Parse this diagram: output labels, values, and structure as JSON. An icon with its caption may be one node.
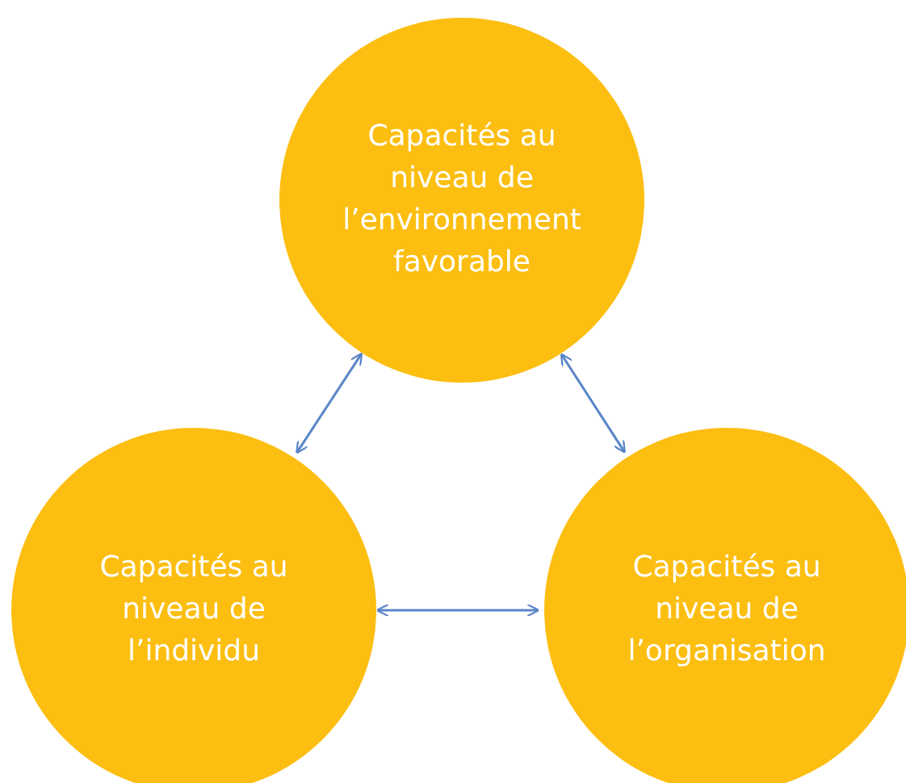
{
  "diagram": {
    "nodes": [
      {
        "text": [
          "Capacités au niveau de l’environnement favorable"
        ]
      },
      {
        "text": [
          "Capacités au niveau de l’individu"
        ]
      },
      {
        "text": [
          "Capacités au niveau de l’organisation"
        ]
      }
    ],
    "edges": [
      {
        "from": 0,
        "to": 1,
        "arrow": "both"
      },
      {
        "from": 0,
        "to": 2,
        "arrow": "both"
      },
      {
        "from": 1,
        "to": 2,
        "arrow": "both"
      }
    ]
  }
}
